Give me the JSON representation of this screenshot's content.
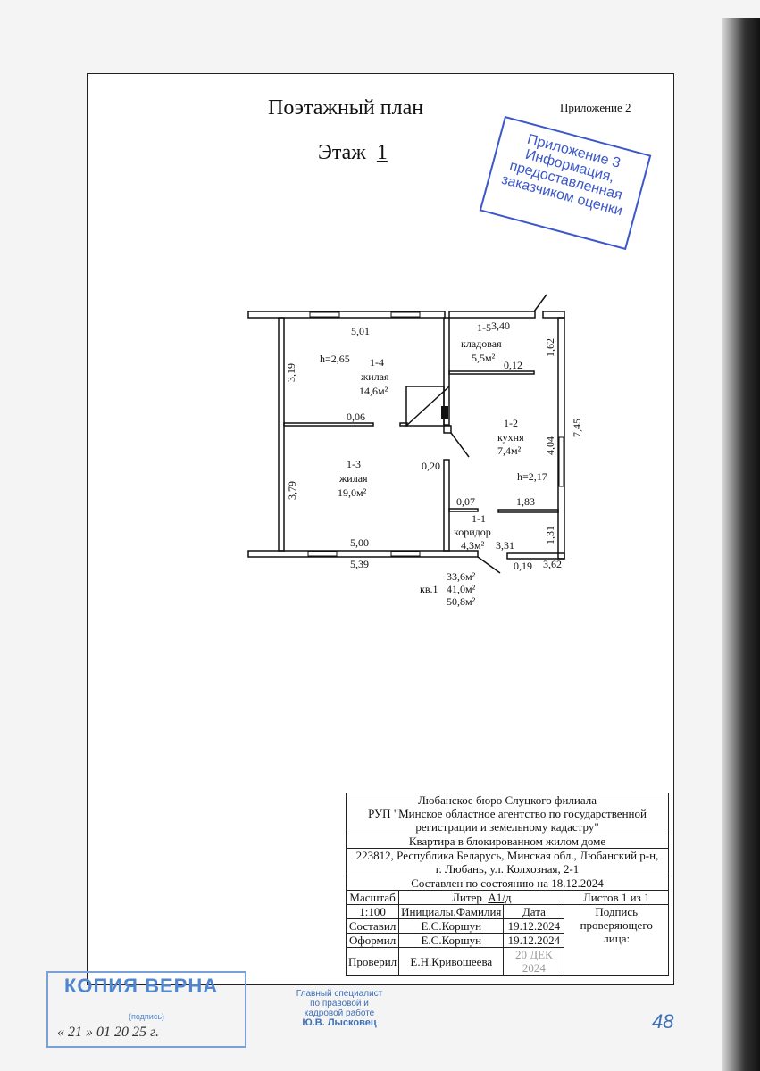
{
  "header": {
    "title": "Поэтажный план",
    "floor_label": "Этаж",
    "floor_number": "1",
    "appendix": "Приложение  2"
  },
  "stamp": {
    "lines": [
      "Приложение 3",
      "Информация,",
      "предоставленная",
      "заказчиком оценки"
    ]
  },
  "plan": {
    "rooms": [
      {
        "id": "1-4",
        "name": "жилая",
        "area": "14,6м²"
      },
      {
        "id": "1-3",
        "name": "жилая",
        "area": "19,0м²"
      },
      {
        "id": "1-5",
        "name": "кладовая",
        "area": "5,5м²"
      },
      {
        "id": "1-2",
        "name": "кухня",
        "area": "7,4м²"
      },
      {
        "id": "1-1",
        "name": "коридор",
        "area": "4,3м²"
      }
    ],
    "heights": [
      "h=2,65",
      "h=2,17"
    ],
    "dimensions": {
      "d501": "5,01",
      "d319": "3,19",
      "d006": "0,06",
      "d379": "3,79",
      "d500": "5,00",
      "d539": "5,39",
      "d020": "0,20",
      "d340": "3,40",
      "d012": "0,12",
      "d162": "1,62",
      "d745": "7,45",
      "d404": "4,04",
      "d183": "1,83",
      "d007": "0,07",
      "d131": "1,31",
      "d331": "3,31",
      "d019": "0,19",
      "d362": "3,62"
    },
    "totals": {
      "label": "кв.1",
      "a1": "33,6м²",
      "a2": "41,0м²",
      "a3": "50,8м²"
    }
  },
  "title_block": {
    "org1": "Любанское бюро Слуцкого филиала",
    "org2": "РУП \"Минское областное агентство по государственной",
    "org3": "регистрации и земельному кадастру\"",
    "object": "Квартира в блокированном жилом доме",
    "address1": "223812, Республика Беларусь, Минская обл., Любанский р-н,",
    "address2": "г. Любань, ул. Колхозная, 2-1",
    "state": "Составлен по состоянию на  18.12.2024",
    "scale_label": "Масштаб",
    "scale": "1:100",
    "liter_label": "Литер",
    "liter": "А1/д",
    "sheets": "Листов  1 из 1",
    "col_name": "Инициалы,Фамилия",
    "col_date": "Дата",
    "col_sign": "Подпись проверяющего лица:",
    "rows": [
      {
        "role": "Составил",
        "name": "Е.С.Коршун",
        "date": "19.12.2024"
      },
      {
        "role": "Оформил",
        "name": "Е.С.Коршун",
        "date": "19.12.2024"
      },
      {
        "role": "Проверил",
        "name": "Е.Н.Кривошеева",
        "date": "20 ДЕК 2024"
      }
    ]
  },
  "copy_stamp": {
    "title": "КОПИЯ ВЕРНА",
    "sub": "(подпись)",
    "date": "« 21 »  01   20 25 г."
  },
  "specialist": {
    "l1": "Главный специалист",
    "l2": "по правовой и",
    "l3": "кадровой работе",
    "name": "Ю.В. Лысковец"
  },
  "page_number": "48"
}
